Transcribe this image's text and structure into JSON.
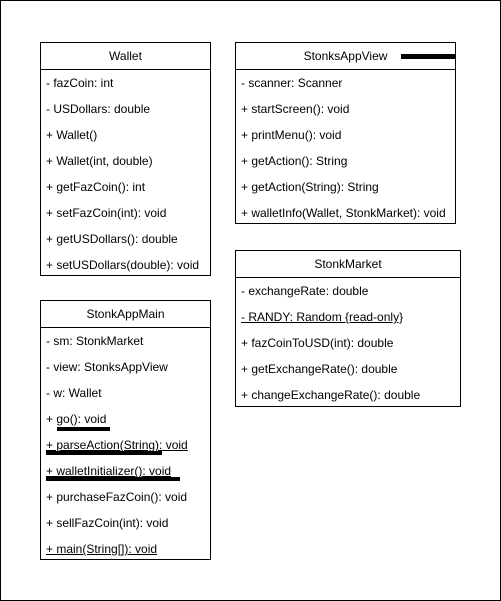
{
  "wallet": {
    "title": "Wallet",
    "fields": [
      "- fazCoin: int",
      "- USDollars: double"
    ],
    "methods": [
      "+ Wallet()",
      "+ Wallet(int, double)",
      "+ getFazCoin(): int",
      "+ setFazCoin(int): void",
      "+ getUSDollars(): double",
      "+ setUSDollars(double): void"
    ]
  },
  "view": {
    "title": "StonksAppView",
    "fields": [
      "- scanner: Scanner"
    ],
    "methods": [
      "+ startScreen(): void",
      "+ printMenu(): void",
      "+ getAction(): String",
      "+ getAction(String): String",
      "+ walletInfo(Wallet, StonkMarket): void"
    ]
  },
  "market": {
    "title": "StonkMarket",
    "fields": [
      "- exchangeRate: double",
      "-  RANDY: Random {read-only}"
    ],
    "methods": [
      "+ fazCoinToUSD(int): double",
      "+ getExchangeRate(): double",
      "+ changeExchangeRate(): double"
    ]
  },
  "main": {
    "title": "StonkAppMain",
    "fields": [
      "- sm: StonkMarket",
      "- view: StonksAppView",
      "- w: Wallet"
    ],
    "methods": [
      "+ go(): void",
      "+ parseAction(String): void",
      "+ walletInitializer(): void",
      "+ purchaseFazCoin(): void",
      "+ sellFazCoin(int): void",
      "+ main(String[]): void"
    ]
  }
}
